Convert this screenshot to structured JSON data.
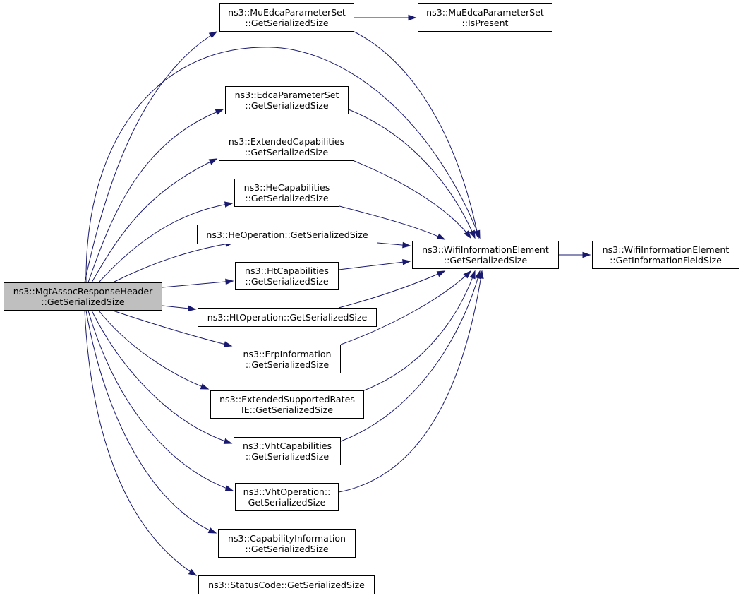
{
  "root": {
    "id": "root",
    "lines": [
      "ns3::MgtAssocResponseHeader",
      "::GetSerializedSize"
    ],
    "fill": "#bfbfbf"
  },
  "nodes": [
    {
      "id": "mu_size",
      "lines": [
        "ns3::MuEdcaParameterSet",
        "::GetSerializedSize"
      ]
    },
    {
      "id": "mu_present",
      "lines": [
        "ns3::MuEdcaParameterSet",
        "::IsPresent"
      ]
    },
    {
      "id": "edca",
      "lines": [
        "ns3::EdcaParameterSet",
        "::GetSerializedSize"
      ]
    },
    {
      "id": "extcap",
      "lines": [
        "ns3::ExtendedCapabilities",
        "::GetSerializedSize"
      ]
    },
    {
      "id": "hecap",
      "lines": [
        "ns3::HeCapabilities",
        "::GetSerializedSize"
      ]
    },
    {
      "id": "heop",
      "lines": [
        "ns3::HeOperation::GetSerializedSize"
      ]
    },
    {
      "id": "wifi",
      "lines": [
        "ns3::WifiInformationElement",
        "::GetSerializedSize"
      ]
    },
    {
      "id": "wifi_field",
      "lines": [
        "ns3::WifiInformationElement",
        "::GetInformationFieldSize"
      ]
    },
    {
      "id": "htcap",
      "lines": [
        "ns3::HtCapabilities",
        "::GetSerializedSize"
      ]
    },
    {
      "id": "htop",
      "lines": [
        "ns3::HtOperation::GetSerializedSize"
      ]
    },
    {
      "id": "erp",
      "lines": [
        "ns3::ErpInformation",
        "::GetSerializedSize"
      ]
    },
    {
      "id": "extrates",
      "lines": [
        "ns3::ExtendedSupportedRates",
        "IE::GetSerializedSize"
      ]
    },
    {
      "id": "vhtcap",
      "lines": [
        "ns3::VhtCapabilities",
        "::GetSerializedSize"
      ]
    },
    {
      "id": "vhtop",
      "lines": [
        "ns3::VhtOperation::",
        "GetSerializedSize"
      ]
    },
    {
      "id": "capinfo",
      "lines": [
        "ns3::CapabilityInformation",
        "::GetSerializedSize"
      ]
    },
    {
      "id": "status",
      "lines": [
        "ns3::StatusCode::GetSerializedSize"
      ]
    }
  ],
  "edges": [
    {
      "from": "root",
      "to": "mu_size"
    },
    {
      "from": "root",
      "to": "wifi"
    },
    {
      "from": "root",
      "to": "edca"
    },
    {
      "from": "root",
      "to": "extcap"
    },
    {
      "from": "root",
      "to": "hecap"
    },
    {
      "from": "root",
      "to": "heop"
    },
    {
      "from": "root",
      "to": "htcap"
    },
    {
      "from": "root",
      "to": "htop"
    },
    {
      "from": "root",
      "to": "erp"
    },
    {
      "from": "root",
      "to": "extrates"
    },
    {
      "from": "root",
      "to": "vhtcap"
    },
    {
      "from": "root",
      "to": "vhtop"
    },
    {
      "from": "root",
      "to": "capinfo"
    },
    {
      "from": "root",
      "to": "status"
    },
    {
      "from": "mu_size",
      "to": "mu_present"
    },
    {
      "from": "mu_size",
      "to": "wifi"
    },
    {
      "from": "edca",
      "to": "wifi"
    },
    {
      "from": "extcap",
      "to": "wifi"
    },
    {
      "from": "hecap",
      "to": "wifi"
    },
    {
      "from": "heop",
      "to": "wifi"
    },
    {
      "from": "htcap",
      "to": "wifi"
    },
    {
      "from": "htop",
      "to": "wifi"
    },
    {
      "from": "erp",
      "to": "wifi"
    },
    {
      "from": "extrates",
      "to": "wifi"
    },
    {
      "from": "vhtcap",
      "to": "wifi"
    },
    {
      "from": "vhtop",
      "to": "wifi"
    },
    {
      "from": "wifi",
      "to": "wifi_field"
    }
  ],
  "colors": {
    "edge": "#191970",
    "border": "#000000",
    "node_fill": "#ffffff",
    "root_fill": "#bfbfbf"
  }
}
